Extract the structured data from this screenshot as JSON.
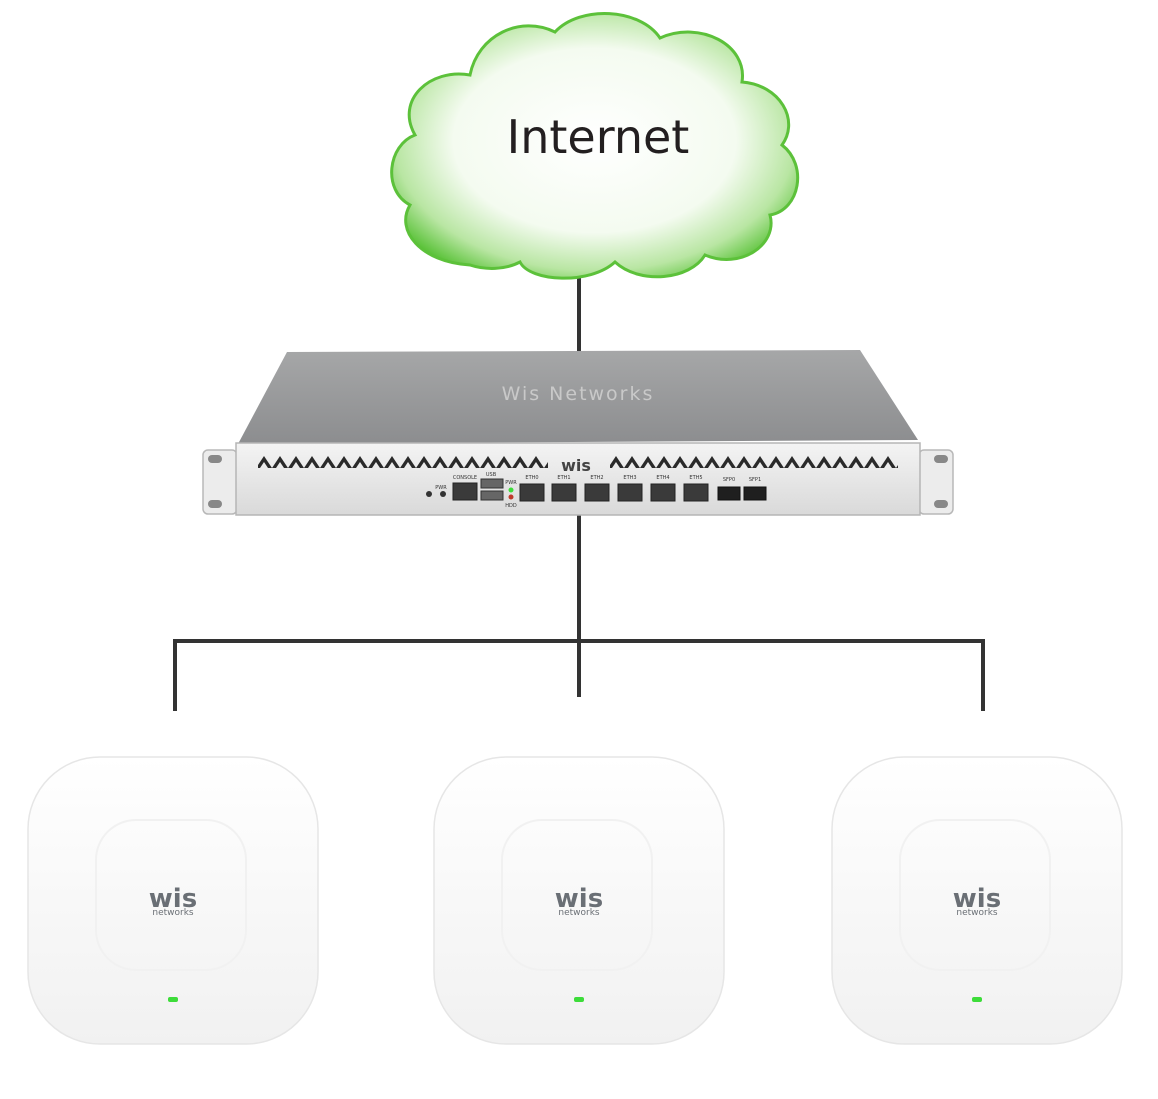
{
  "cloud": {
    "label": "Internet"
  },
  "router": {
    "brand": "Wis Networks",
    "logo": "wis",
    "labels": {
      "pwr": "PWR",
      "console": "CONSOLE",
      "usb": "USB",
      "pwr_led": "PWR",
      "hdd": "HDD"
    },
    "ports": [
      "ETH0",
      "ETH1",
      "ETH2",
      "ETH3",
      "ETH4",
      "ETH5"
    ],
    "sfp": [
      "SFP0",
      "SFP1"
    ]
  },
  "access_points": [
    {
      "logo": "wis",
      "sub": "networks"
    },
    {
      "logo": "wis",
      "sub": "networks"
    },
    {
      "logo": "wis",
      "sub": "networks"
    }
  ],
  "colors": {
    "cloud_edge": "#5cc13a",
    "line": "#333333",
    "led": "#3ddc3a"
  }
}
